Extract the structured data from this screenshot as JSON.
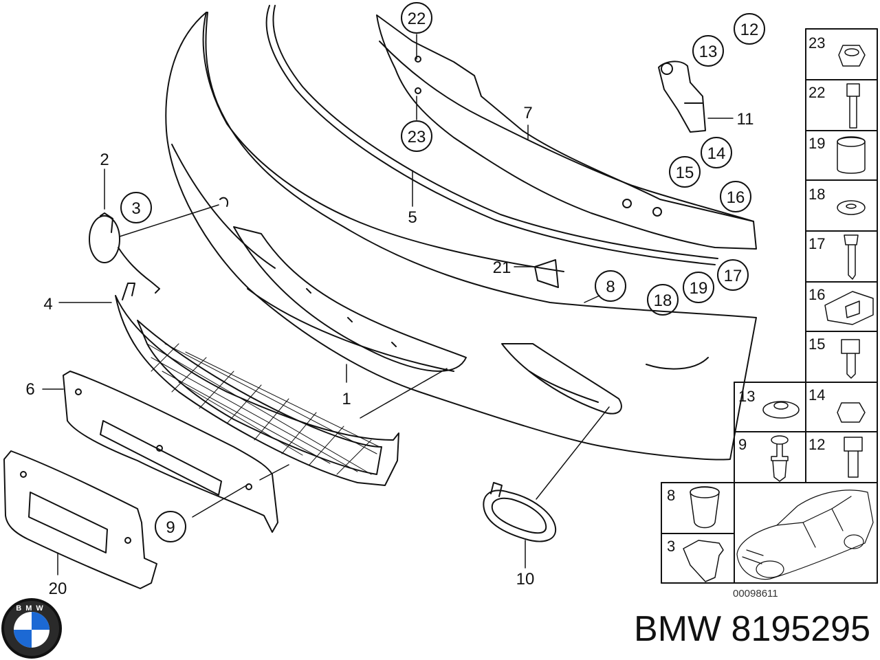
{
  "callouts": {
    "c1": "1",
    "c2": "2",
    "c3": "3",
    "c4": "4",
    "c5": "5",
    "c6": "6",
    "c7": "7",
    "c8": "8",
    "c9": "9",
    "c10": "10",
    "c11": "11",
    "c12": "12",
    "c13": "13",
    "c14": "14",
    "c15": "15",
    "c16": "16",
    "c17": "17",
    "c18": "18",
    "c19": "19",
    "c20": "20",
    "c21": "21",
    "c22": "22",
    "c23": "23"
  },
  "hardware_panel": {
    "cells": [
      "23",
      "22",
      "19",
      "18",
      "17",
      "16",
      "15",
      "13",
      "14",
      "9",
      "12",
      "8",
      "3"
    ]
  },
  "reference_number": "00098611",
  "logo": {
    "letters": "BMW",
    "colors": {
      "blue": "#1c69d4",
      "ring": "#111111"
    }
  },
  "title": "BMW 8195295"
}
